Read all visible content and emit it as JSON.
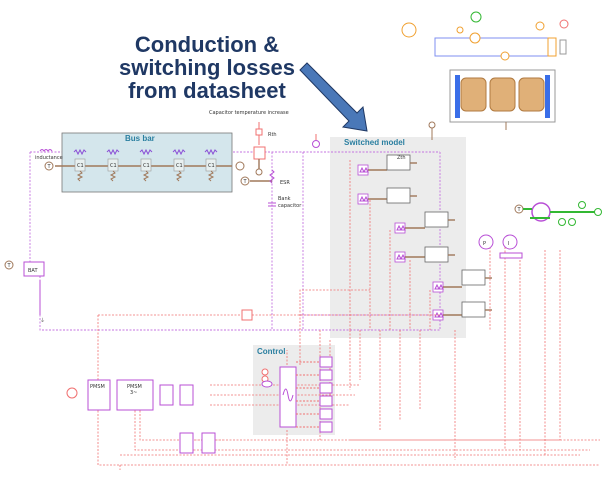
{
  "headline": {
    "lines": [
      "Conduction &",
      "switching losses",
      "from datasheet"
    ],
    "arrow_color": "#4a78b8",
    "text_color": "#1f3864"
  },
  "busbar": {
    "title": "Bus bar",
    "cell_label": "C1",
    "inductance_label": "inductance"
  },
  "capacitor": {
    "temperature_label": "Capacitor temperature increase",
    "rth_label": "Rth",
    "esr_label": "ESR",
    "bank_label_1": "Bank",
    "bank_label_2": "capacitor"
  },
  "switched_model": {
    "title": "Switched model",
    "zth_label": "Zth"
  },
  "control": {
    "title": "Control"
  },
  "battery": {
    "label": "BAT"
  },
  "pmsm": {
    "label_1": "PMSM",
    "label_2": "PMSM",
    "phase": "3~"
  },
  "sensors": {
    "temperature": "T",
    "power": "P",
    "current": "I"
  },
  "colors": {
    "electrical": "#b84fd6",
    "signal": "#f07070",
    "thermal": "#a0785a",
    "mechanical": "#33b833",
    "coolant": "#f0a030",
    "hydraulic": "#7f8ff0",
    "group_fill": "#ececec",
    "busbar_fill": "#d4e6ec"
  }
}
